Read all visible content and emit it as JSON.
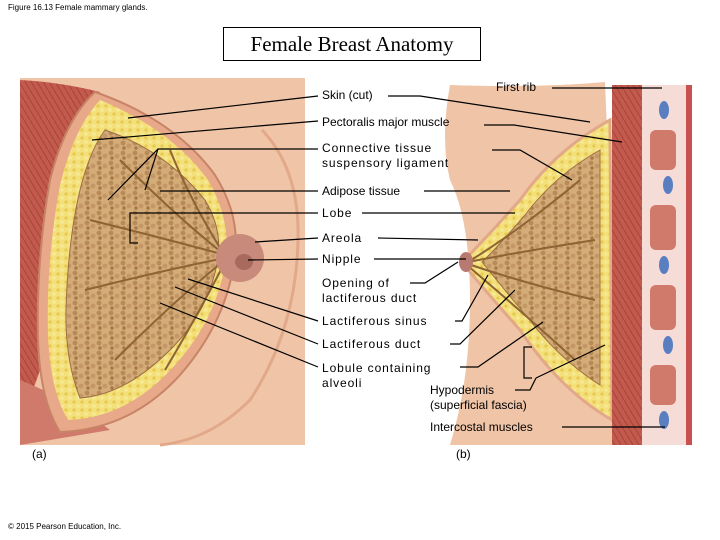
{
  "figure_caption": "Figure 16.13 Female mammary glands.",
  "title": "Female Breast Anatomy",
  "labels": {
    "skin": "Skin (cut)",
    "first_rib": "First rib",
    "pectoralis": "Pectoralis major muscle",
    "connective": "Connective tissue\nsuspensory ligament",
    "adipose": "Adipose tissue",
    "lobe": "Lobe",
    "areola": "Areola",
    "nipple": "Nipple",
    "opening": "Opening of\nlactiferous duct",
    "sinus": "Lactiferous sinus",
    "duct": "Lactiferous duct",
    "lobule": "Lobule containing\nalveoli",
    "hypodermis": "Hypodermis\n(superficial fascia)",
    "intercostal": "Intercostal muscles"
  },
  "panels": {
    "a": "(a)",
    "b": "(b)"
  },
  "copyright": "© 2015 Pearson Education, Inc.",
  "colors": {
    "skin": "#f0c4a6",
    "skin_dark": "#d89878",
    "muscle": "#b9534a",
    "muscle_light": "#cf7a6a",
    "fat": "#f0dc70",
    "lobule": "#c8a070",
    "duct": "#a07840",
    "areola": "#b87a70",
    "lines": "#000000"
  }
}
